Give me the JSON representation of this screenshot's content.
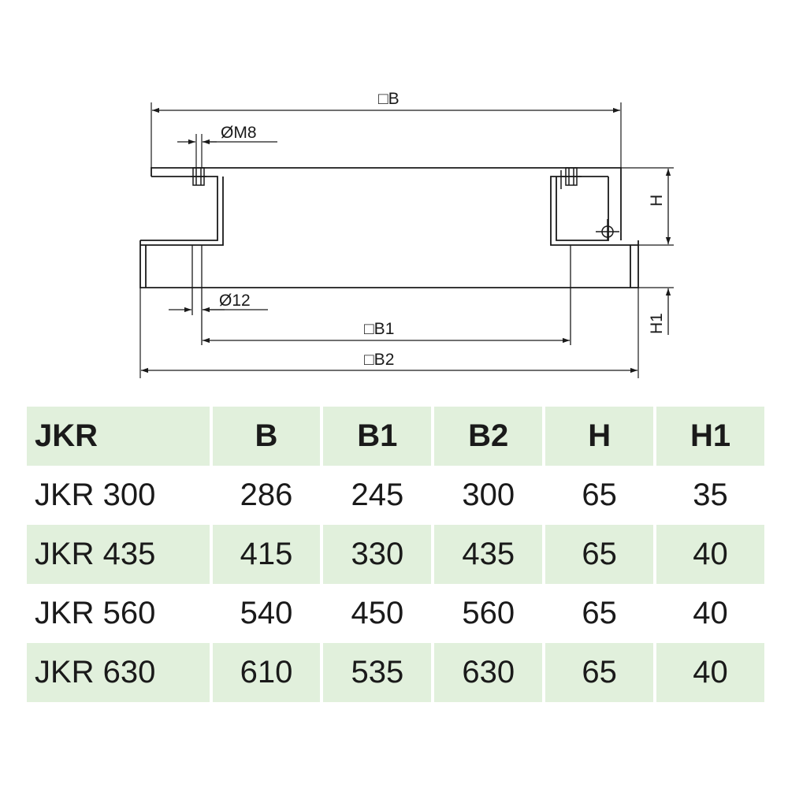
{
  "drawing": {
    "dimension_labels": {
      "B": "□B",
      "M8": "ØM8",
      "H": "H",
      "d12": "Ø12",
      "B1": "□B1",
      "B2": "□B2",
      "H1": "H1"
    }
  },
  "table": {
    "headers": [
      "JKR",
      "B",
      "B1",
      "B2",
      "H",
      "H1"
    ],
    "rows": [
      [
        "JKR 300",
        "286",
        "245",
        "300",
        "65",
        "35"
      ],
      [
        "JKR 435",
        "415",
        "330",
        "435",
        "65",
        "40"
      ],
      [
        "JKR 560",
        "540",
        "450",
        "560",
        "65",
        "40"
      ],
      [
        "JKR 630",
        "610",
        "535",
        "630",
        "65",
        "40"
      ]
    ],
    "row_fill": "#e1f0dc"
  }
}
